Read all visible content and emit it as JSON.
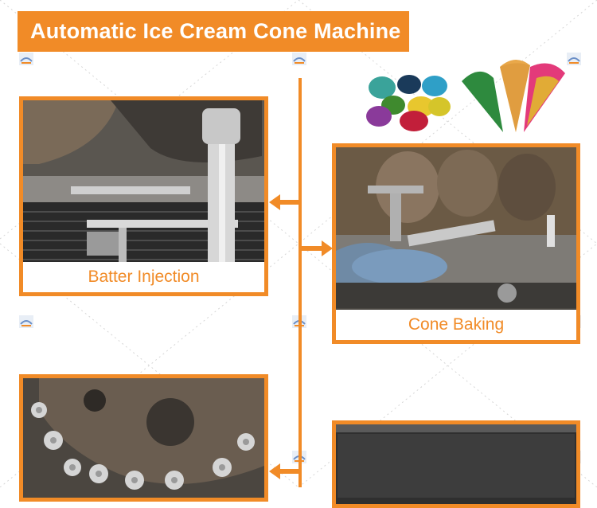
{
  "title": "Automatic Ice Cream Cone Machine",
  "steps": [
    {
      "caption": "Batter Injection"
    },
    {
      "caption": "Cone Baking"
    }
  ],
  "colors": {
    "accent": "#f18b27",
    "background": "#ffffff",
    "caption_text": "#f18b27"
  },
  "icons": [
    "watermark-logo-icon",
    "arrow-left-icon",
    "arrow-right-icon"
  ]
}
